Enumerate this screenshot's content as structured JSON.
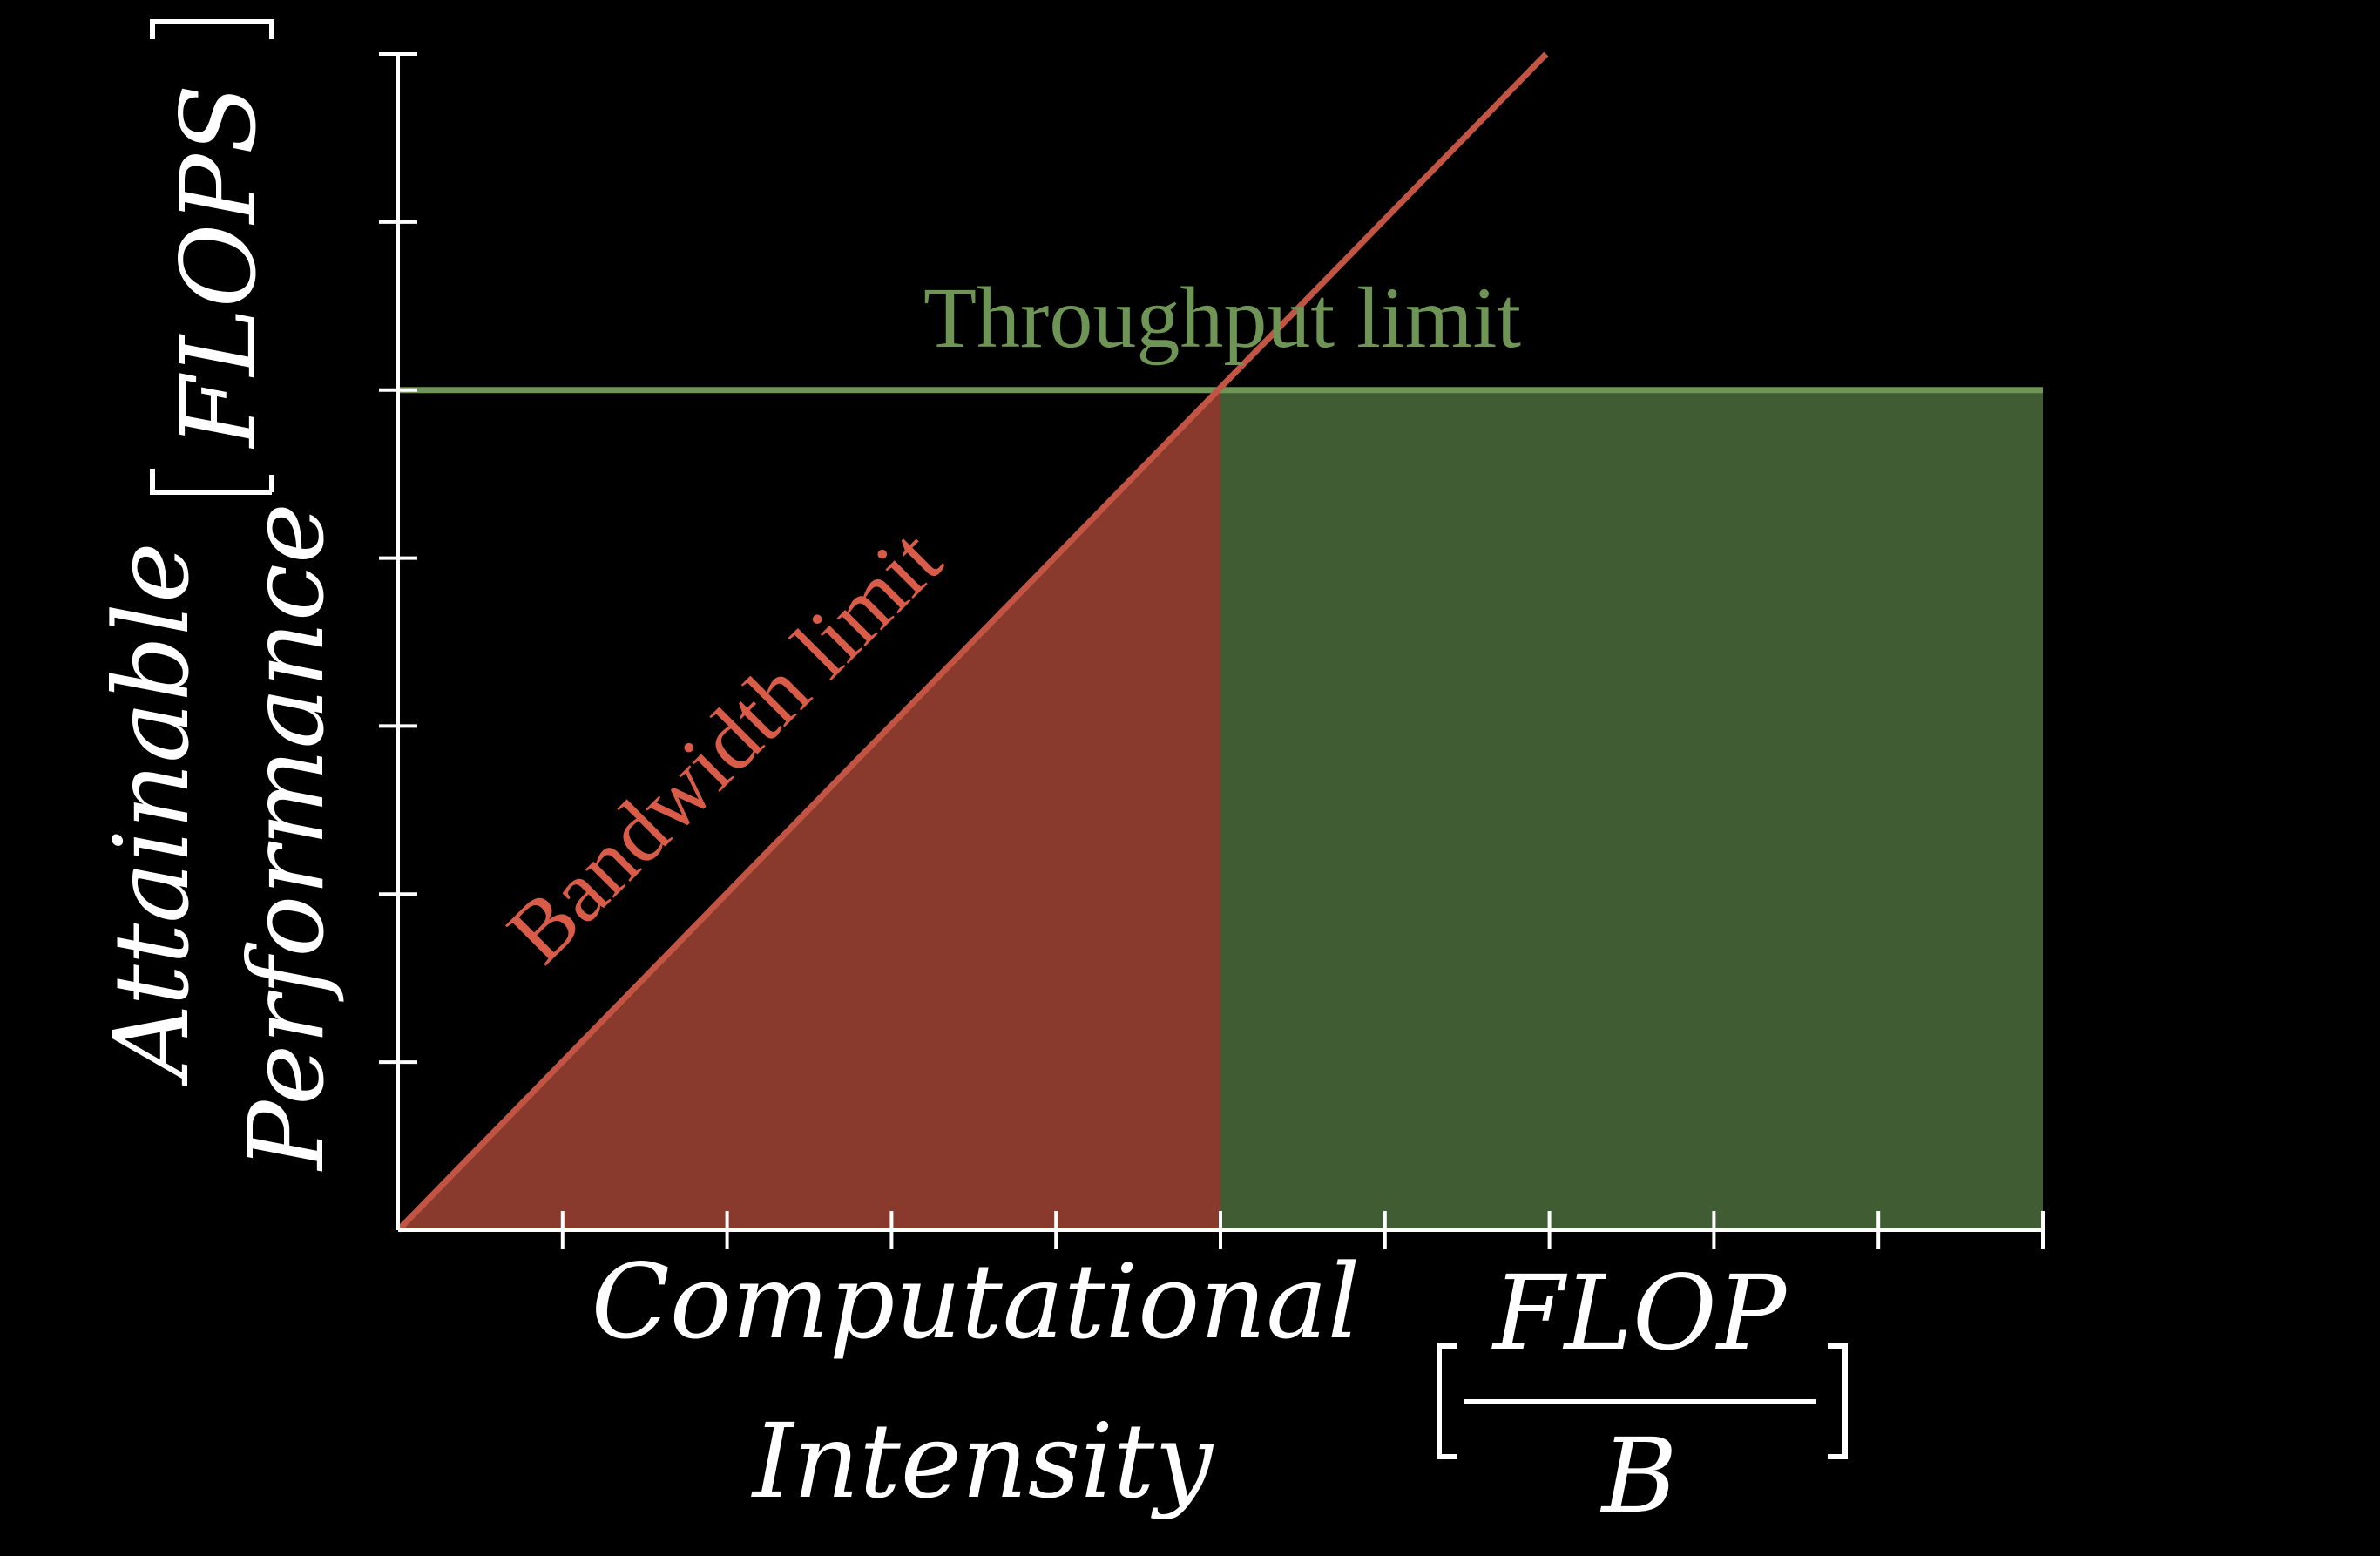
{
  "chart_data": {
    "type": "area",
    "title": "",
    "xlabel": [
      "Computational",
      "Intensity"
    ],
    "xlabel_unit": {
      "numerator": "FLOP",
      "denominator": "B"
    },
    "ylabel": [
      "Attainable",
      "Performance"
    ],
    "ylabel_unit": "FLOPS",
    "x_ticks": 10,
    "y_ticks": 7,
    "xlim": [
      0,
      10
    ],
    "ylim": [
      0,
      7
    ],
    "ridge_point": {
      "x": 5,
      "y": 5
    },
    "series": [
      {
        "name": "Bandwidth limit",
        "kind": "line",
        "color": "#c25444",
        "fill": "#8a3a2c",
        "points": [
          [
            0,
            0
          ],
          [
            5,
            5
          ],
          [
            6.98,
            7
          ]
        ]
      },
      {
        "name": "Throughput limit",
        "kind": "line",
        "color": "#6e9456",
        "fill": "#3f5c33",
        "points": [
          [
            0,
            5
          ],
          [
            10,
            5
          ]
        ]
      }
    ],
    "annotations": [
      {
        "text": "Throughput limit",
        "color": "#6e9456"
      },
      {
        "text": "Bandwidth limit",
        "color": "#d95c48"
      }
    ],
    "axis_color": "#ffffff",
    "background": "#000000"
  }
}
